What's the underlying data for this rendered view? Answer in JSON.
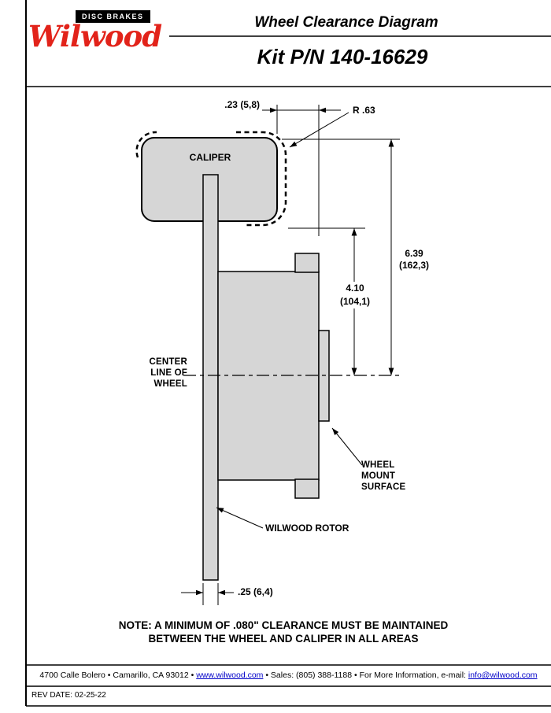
{
  "header": {
    "logo": {
      "tagline": "DISC BRAKES",
      "brand": "Wilwood"
    },
    "title": "Wheel Clearance Diagram",
    "kit_number": "Kit P/N 140-16629"
  },
  "diagram": {
    "caliper_label": "CALIPER",
    "dimensions": {
      "caliper_offset": ".23 (5,8)",
      "corner_radius": "R .63",
      "overall_height_in": "6.39",
      "overall_height_mm": "(162,3)",
      "mount_height_in": "4.10",
      "mount_height_mm": "(104,1)",
      "rotor_thickness": ".25 (6,4)"
    },
    "labels": {
      "centerline": [
        "CENTER",
        "LINE OF",
        "WHEEL"
      ],
      "wheel_mount": [
        "WHEEL",
        "MOUNT",
        "SURFACE"
      ],
      "rotor": "WILWOOD ROTOR"
    },
    "note": {
      "line1": "NOTE: A MINIMUM OF .080\" CLEARANCE MUST BE MAINTAINED",
      "line2": "BETWEEN THE WHEEL AND CALIPER IN ALL AREAS"
    }
  },
  "footer": {
    "address_part1": "4700 Calle Bolero • Camarillo, CA 93012 • ",
    "website": "www.wilwood.com",
    "address_part2": " • Sales: (805) 388-1188 • For More Information, e-mail: ",
    "email": "info@wilwood.com",
    "rev_date": "REV DATE:  02-25-22"
  },
  "colors": {
    "brand_red": "#e2231a",
    "link_blue": "#0000c8",
    "diagram_gray": "#d6d6d6"
  }
}
